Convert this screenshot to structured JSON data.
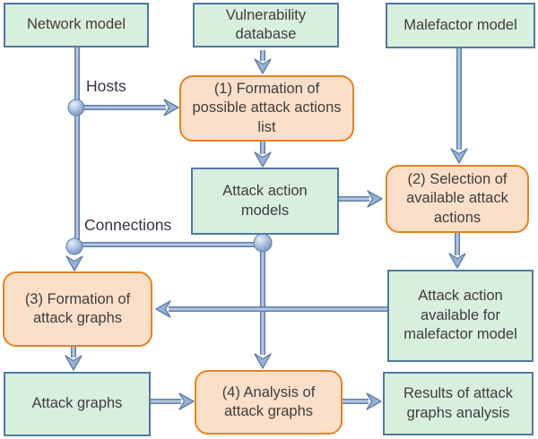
{
  "nodes": {
    "network_model": {
      "label": "Network model",
      "kind": "data"
    },
    "vulnerability_database": {
      "label": "Vulnerability database",
      "kind": "data"
    },
    "malefactor_model": {
      "label": "Malefactor model",
      "kind": "data"
    },
    "step1": {
      "label": "(1) Formation of possible attack actions list",
      "kind": "process"
    },
    "attack_action_models": {
      "label": "Attack action models",
      "kind": "data"
    },
    "step2": {
      "label": "(2) Selection of available attack actions",
      "kind": "process"
    },
    "step3": {
      "label": "(3) Formation of attack graphs",
      "kind": "process"
    },
    "attack_action_available": {
      "label": "Attack action available for malefactor model",
      "kind": "data"
    },
    "attack_graphs": {
      "label": "Attack graphs",
      "kind": "data"
    },
    "step4": {
      "label": "(4) Analysis of attack graphs",
      "kind": "process"
    },
    "results": {
      "label": "Results of attack graphs analysis",
      "kind": "data"
    }
  },
  "edge_labels": {
    "hosts": "Hosts",
    "connections": "Connections"
  },
  "colors": {
    "background": "#ffffff",
    "green_fill": "#d9efdd",
    "green_border": "#4f7aa0",
    "orange_fill": "#fcdfc8",
    "orange_border": "#e8821f",
    "arrow_dark": "#5d7ea8",
    "arrow_light": "#b3c7e3",
    "arrow_head": "#98b1d6",
    "text": "#3d3d3d"
  }
}
